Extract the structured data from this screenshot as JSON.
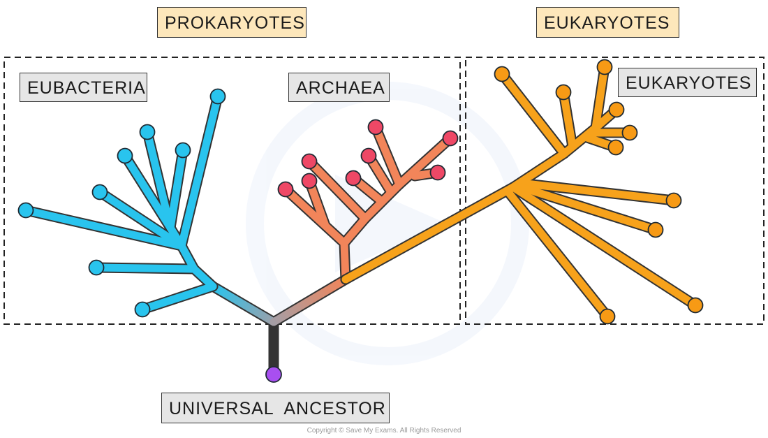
{
  "labels": {
    "prokaryotes": "PROKARYOTES",
    "eukaryotes_group": "EUKARYOTES",
    "eubacteria": "EUBACTERIA",
    "archaea": "ARCHAEA",
    "eukaryotes_clade": "EUKARYOTES",
    "universal_ancestor": "UNIVERSAL ANCESTOR"
  },
  "copyright": "Copyright © Save My Exams. All Rights Reserved",
  "colors": {
    "eubacteria": "#29c4ee",
    "archaea_line": "#f2855a",
    "archaea_node": "#ee4866",
    "eukaryotes": "#f7a21b",
    "eukaryotes_node": "#f79a15",
    "ancestor": "#a84ff0",
    "group_label_bg": "#fde7bb",
    "clade_label_bg": "#e6e6e6"
  }
}
